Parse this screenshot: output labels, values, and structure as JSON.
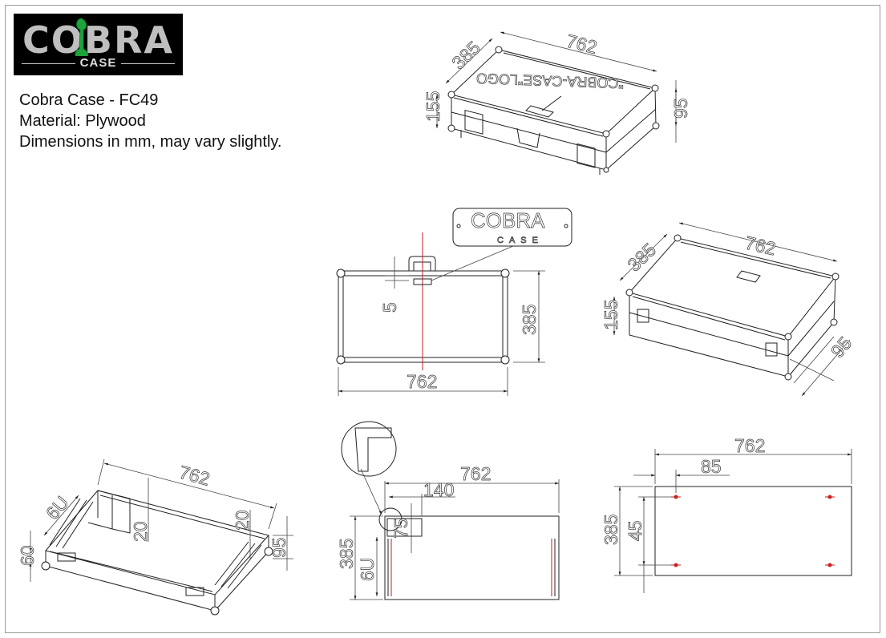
{
  "logo": {
    "brand": "COBRA",
    "sub": "CASE"
  },
  "info": {
    "title": "Cobra Case - FC49",
    "material": "Material: Plywood",
    "note": "Dimensions in mm, may vary slightly."
  },
  "views": {
    "top_iso": {
      "length": "762",
      "depth": "385",
      "lid_height": "155",
      "base_height": "95",
      "logo_note": "\"COBRA-CASE\"LOGO"
    },
    "plan": {
      "length": "762",
      "depth": "385",
      "offset": "5",
      "logo_text": "COBRA",
      "logo_sub": "CASE"
    },
    "right_iso": {
      "length": "762",
      "depth": "385",
      "lid_height": "155",
      "base_height": "95"
    },
    "open_iso": {
      "length": "762",
      "rack": "6U",
      "base": "60",
      "height": "95",
      "rail_left": "20",
      "rail_right": "20"
    },
    "section": {
      "length": "762",
      "tray_width": "140",
      "depth": "385",
      "tray_height": "75",
      "rack": "6U"
    },
    "feet": {
      "length": "762",
      "offset_x": "85",
      "depth": "385",
      "offset_y": "45"
    }
  },
  "colors": {
    "logo_green": "#1fa23a",
    "centerline": "#b22222",
    "foot_dot": "#cc2222"
  }
}
